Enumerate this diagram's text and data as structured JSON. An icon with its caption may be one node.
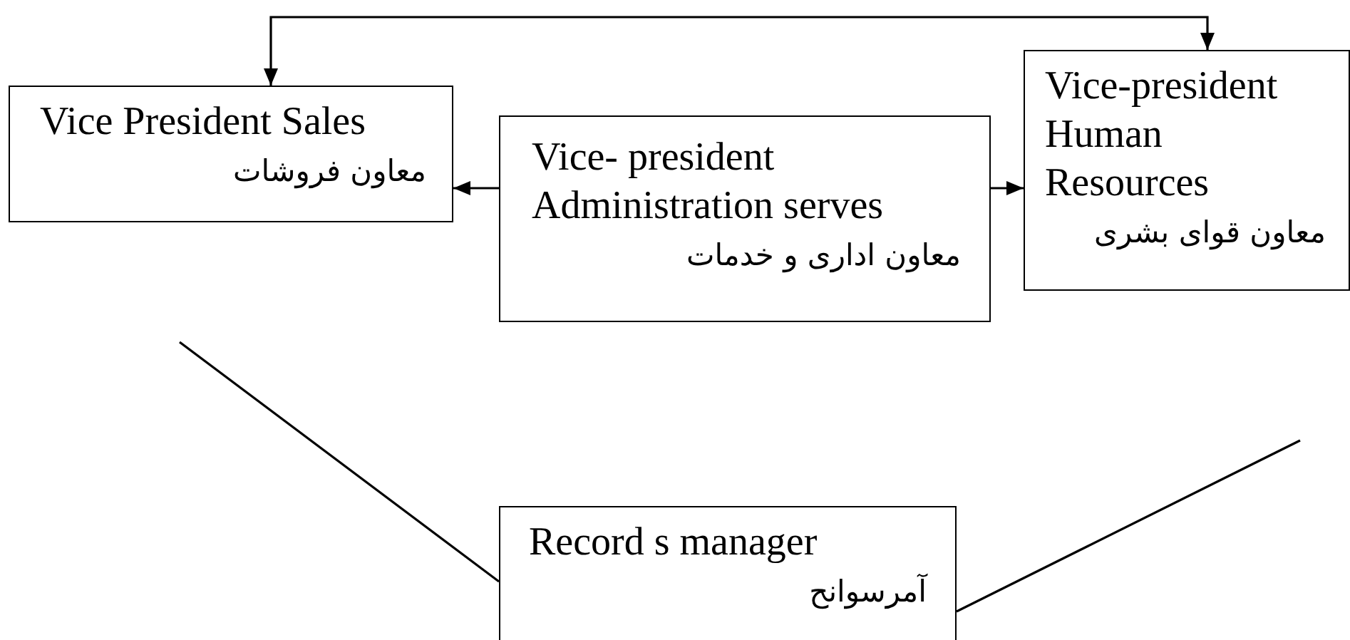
{
  "diagram": {
    "nodes": [
      {
        "text": [
          "Vice President Sales",
          "معاون فروشات"
        ]
      },
      {
        "text": [
          "Vice- president Administration serves",
          "معاون اداری و خدمات"
        ]
      },
      {
        "text": [
          "Vice-president Human Resources",
          "معاون قوای بشری"
        ]
      },
      {
        "text": [
          "Record s manager",
          "آمرسوانح"
        ]
      }
    ],
    "edges": [
      {
        "from": 0,
        "to": 2,
        "arrow": "both"
      },
      {
        "from": 1,
        "to": 0,
        "arrow": "to"
      },
      {
        "from": 1,
        "to": 2,
        "arrow": "to"
      },
      {
        "from": null,
        "to": 3,
        "arrow": "none"
      },
      {
        "from": 3,
        "to": null,
        "arrow": "none"
      }
    ]
  }
}
